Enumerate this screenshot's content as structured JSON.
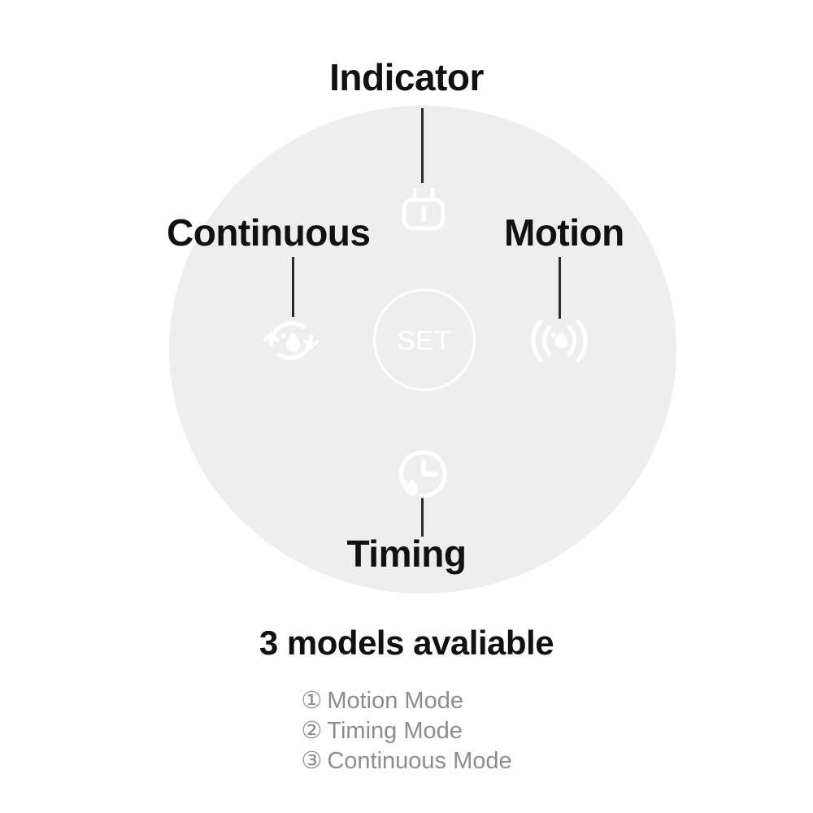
{
  "device": {
    "shape": "circle",
    "body_color": "#eeeeee",
    "center_button": {
      "label": "SET",
      "name": "set-button",
      "color": "#ffffff"
    }
  },
  "callouts": [
    {
      "key": "indicator",
      "label": "Indicator",
      "icon": "power-plug-icon",
      "position": "top"
    },
    {
      "key": "continuous",
      "label": "Continuous",
      "icon": "refresh-droplet-icon",
      "position": "left"
    },
    {
      "key": "motion",
      "label": "Motion",
      "icon": "motion-sensor-droplet-icon",
      "position": "right"
    },
    {
      "key": "timing",
      "label": "Timing",
      "icon": "clock-droplet-icon",
      "position": "bottom"
    }
  ],
  "caption": {
    "title": "3 models avaliable",
    "modes": [
      {
        "marker": "①",
        "label": "Motion Mode"
      },
      {
        "marker": "②",
        "label": "Timing Mode"
      },
      {
        "marker": "③",
        "label": "Continuous Mode"
      }
    ]
  },
  "colors": {
    "background": "#ffffff",
    "device_body": "#eeeeee",
    "label_text": "#111111",
    "leader_line": "#2b2b2b",
    "icon": "#ffffff",
    "list_text": "#8d8d8d"
  }
}
